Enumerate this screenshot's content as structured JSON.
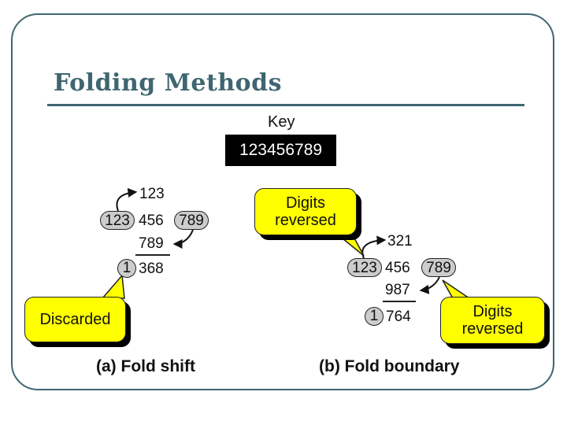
{
  "title": "Folding Methods",
  "key": {
    "label": "Key",
    "value": "123456789"
  },
  "fold_shift": {
    "top_value": "123",
    "left_group": "123",
    "middle_group": "456",
    "right_group": "789",
    "moved_value": "789",
    "carry_digit": "1",
    "result": "368",
    "callout": "Discarded",
    "caption": "(a) Fold shift"
  },
  "fold_boundary": {
    "callout_top": "Digits\nreversed",
    "top_value": "321",
    "left_group": "123",
    "middle_group": "456",
    "right_group": "789",
    "moved_value": "987",
    "carry_digit": "1",
    "result": "764",
    "callout_bottom": "Digits\nreversed",
    "caption": "(b) Fold boundary"
  },
  "colors": {
    "accent": "#3f6670",
    "callout": "#ffff00",
    "pill": "#cccccc"
  }
}
